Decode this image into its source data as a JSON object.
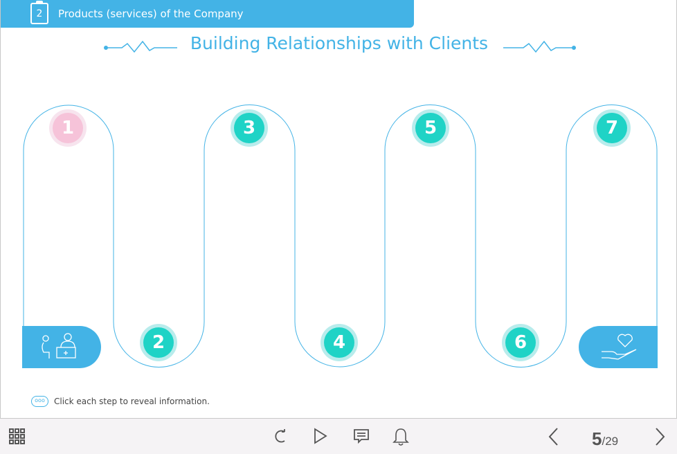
{
  "header": {
    "chapter_number": "2",
    "chapter_title": "Products (services) of the Company"
  },
  "slide_title": "Building Relationships with Clients",
  "steps": [
    {
      "label": "1",
      "state": "visited"
    },
    {
      "label": "2"
    },
    {
      "label": "3"
    },
    {
      "label": "4"
    },
    {
      "label": "5"
    },
    {
      "label": "6"
    },
    {
      "label": "7"
    }
  ],
  "hint": {
    "icon": "speech-bubble-icon",
    "bubble_text": "ooo",
    "text": "Click each step to reveal information."
  },
  "player": {
    "current_page": "5",
    "total_pages": "/29"
  },
  "colors": {
    "accent": "#43b3e6",
    "step": "#1fd3c6",
    "visited": "#f6c3d9"
  }
}
